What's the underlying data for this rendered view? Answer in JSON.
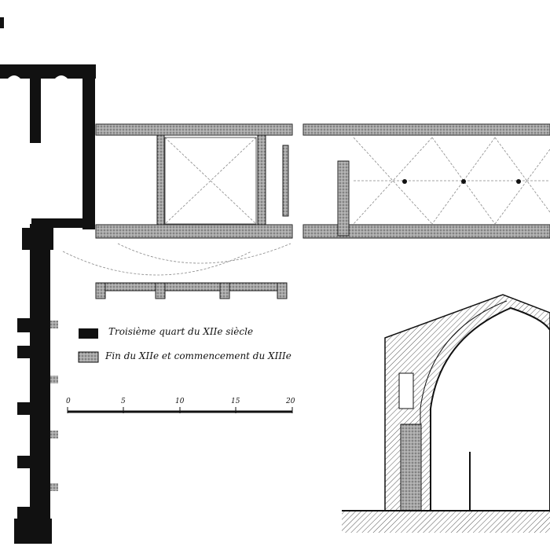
{
  "legend": {
    "items": [
      {
        "label": "Troisième quart du XIIe siècle",
        "swatch": "solid-black"
      },
      {
        "label": "Fin du XIIe et commencement du XIIIe",
        "swatch": "dotted-gray"
      }
    ]
  },
  "scale": {
    "ticks": [
      "0",
      "5",
      "10",
      "15",
      "20"
    ]
  },
  "colors": {
    "ink": "#111111",
    "hatch": "#9a9a9a",
    "paper": "#ffffff"
  }
}
